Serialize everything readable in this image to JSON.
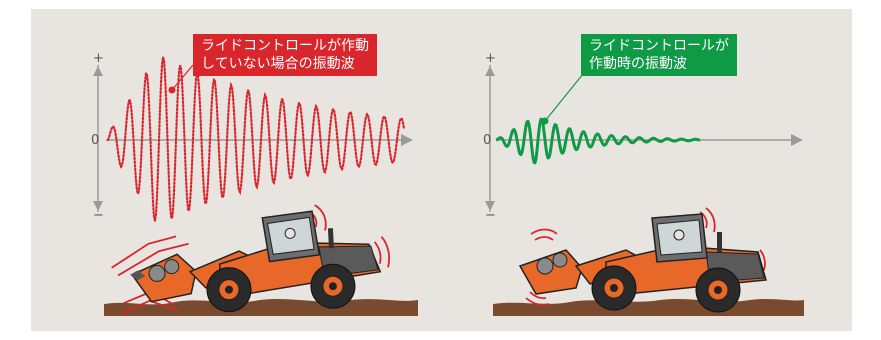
{
  "left_panel": {
    "callout": {
      "line1": "ライドコントロールが作動",
      "line2": "していない場合の振動波"
    },
    "axis": {
      "plus": "+",
      "zero": "0",
      "minus": "−"
    }
  },
  "right_panel": {
    "callout": {
      "line1": "ライドコントロールが",
      "line2": "作動時の振動波"
    },
    "axis": {
      "plus": "+",
      "zero": "0",
      "minus": "−"
    }
  },
  "colors": {
    "background": "#e8e5e1",
    "red": "#d9262c",
    "green": "#0f9a45",
    "machine_orange": "#e8682a",
    "ground": "#7a4a2e"
  }
}
